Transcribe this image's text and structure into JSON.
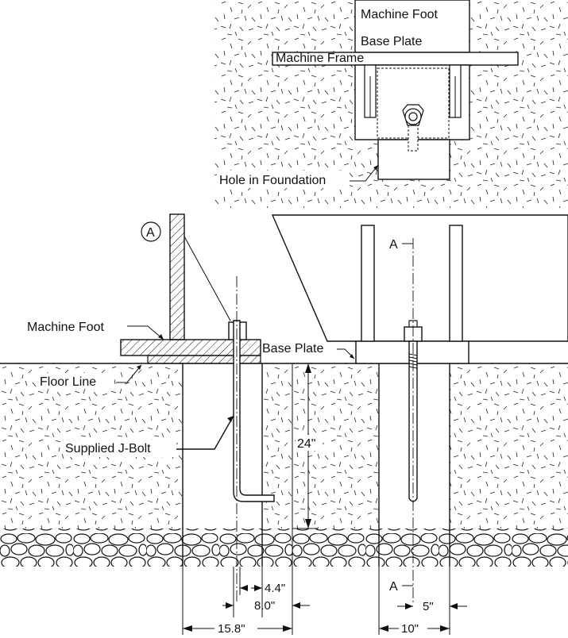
{
  "labels": {
    "machine_foot_top": "Machine Foot",
    "base_plate_top": "Base Plate",
    "machine_frame": "Machine Frame",
    "hole_in_foundation": "Hole in Foundation",
    "detail_marker": "A",
    "machine_foot": "Machine Foot",
    "base_plate": "Base Plate",
    "floor_line": "Floor Line",
    "supplied_j_bolt": "Supplied J-Bolt",
    "section_a_top": "A",
    "section_a_bottom": "A"
  },
  "dimensions": {
    "depth": "24\"",
    "edge_offset": "4.4\"",
    "bolt_offset": "8.0\"",
    "hole_width": "15.8\"",
    "right_offset": "5\"",
    "right_width": "10\""
  }
}
